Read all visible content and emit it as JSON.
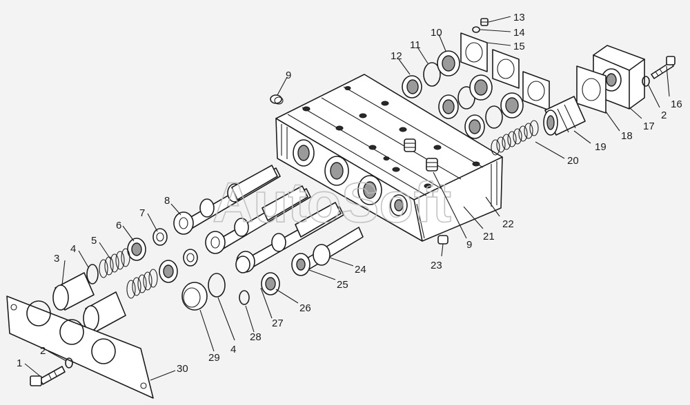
{
  "watermark": "AutoSoft",
  "callouts": [
    {
      "id": "c1",
      "text": "1"
    },
    {
      "id": "c2a",
      "text": "2"
    },
    {
      "id": "c2b",
      "text": "2"
    },
    {
      "id": "c3",
      "text": "3"
    },
    {
      "id": "c4a",
      "text": "4"
    },
    {
      "id": "c4b",
      "text": "4"
    },
    {
      "id": "c5",
      "text": "5"
    },
    {
      "id": "c6",
      "text": "6"
    },
    {
      "id": "c7",
      "text": "7"
    },
    {
      "id": "c8",
      "text": "8"
    },
    {
      "id": "c9a",
      "text": "9"
    },
    {
      "id": "c9b",
      "text": "9"
    },
    {
      "id": "c10",
      "text": "10"
    },
    {
      "id": "c11",
      "text": "11"
    },
    {
      "id": "c12",
      "text": "12"
    },
    {
      "id": "c13",
      "text": "13"
    },
    {
      "id": "c14",
      "text": "14"
    },
    {
      "id": "c15",
      "text": "15"
    },
    {
      "id": "c16",
      "text": "16"
    },
    {
      "id": "c17",
      "text": "17"
    },
    {
      "id": "c18",
      "text": "18"
    },
    {
      "id": "c19",
      "text": "19"
    },
    {
      "id": "c20",
      "text": "20"
    },
    {
      "id": "c21",
      "text": "21"
    },
    {
      "id": "c22",
      "text": "22"
    },
    {
      "id": "c23",
      "text": "23"
    },
    {
      "id": "c24",
      "text": "24"
    },
    {
      "id": "c25",
      "text": "25"
    },
    {
      "id": "c26",
      "text": "26"
    },
    {
      "id": "c27",
      "text": "27"
    },
    {
      "id": "c28",
      "text": "28"
    },
    {
      "id": "c29",
      "text": "29"
    },
    {
      "id": "c30",
      "text": "30"
    }
  ]
}
